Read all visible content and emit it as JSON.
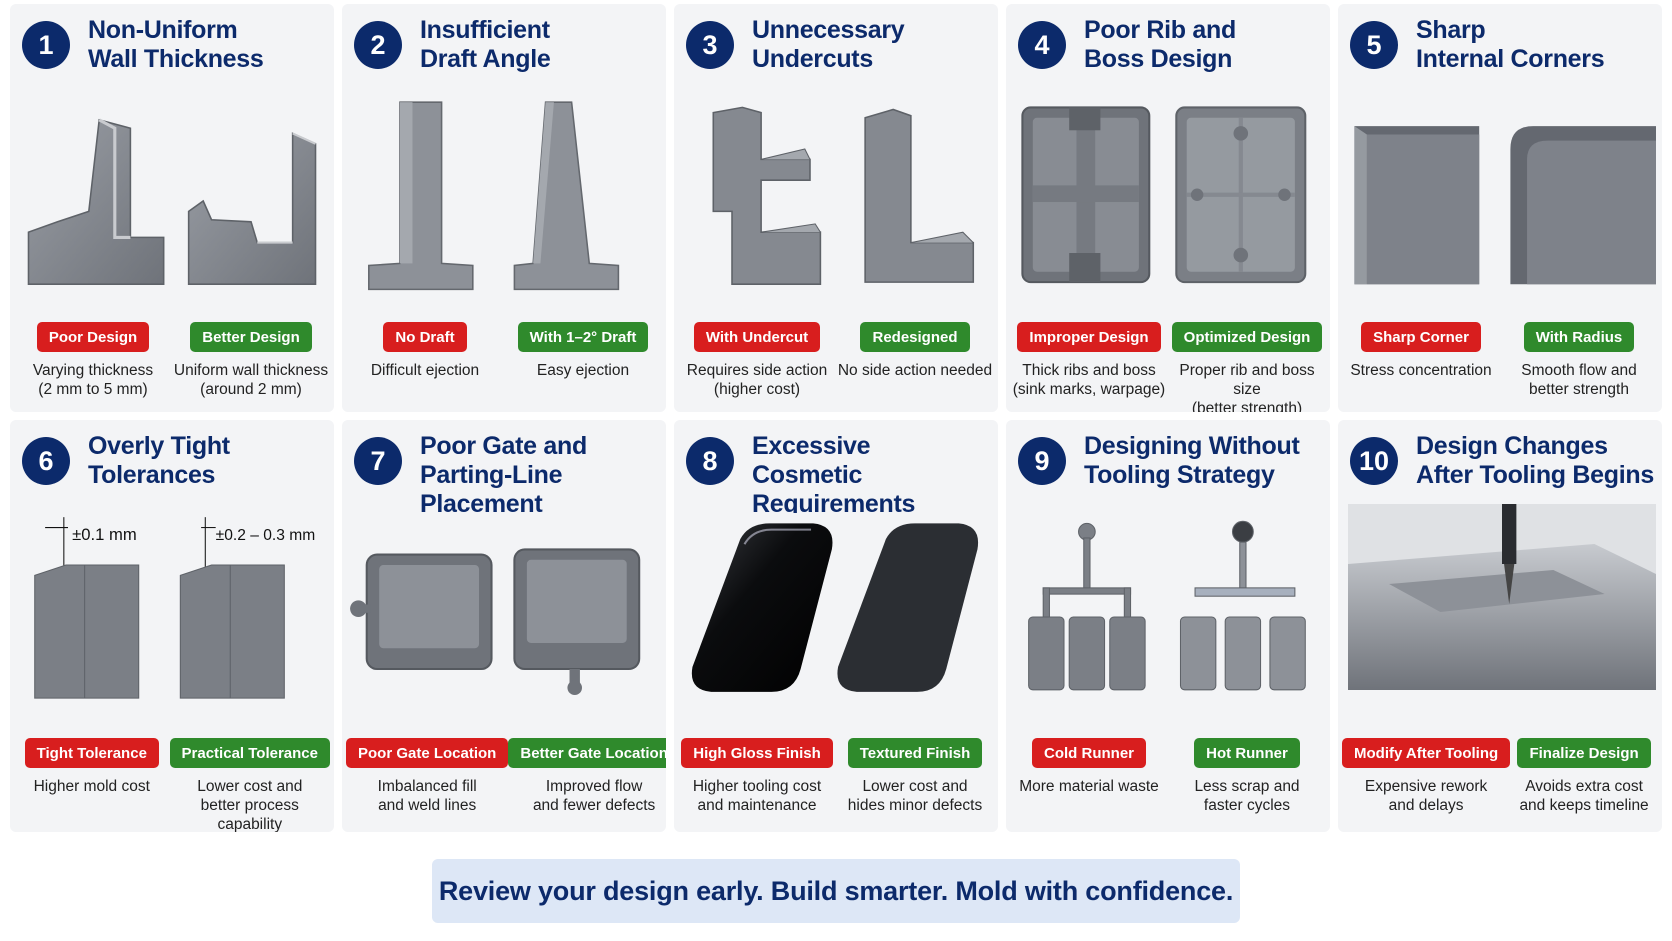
{
  "cards": [
    {
      "num": "1",
      "title": "Non-Uniform\nWall Thickness",
      "left": {
        "badge": "Poor Design",
        "desc": "Varying thickness\n(2 mm to 5 mm)"
      },
      "right": {
        "badge": "Better Design",
        "desc": "Uniform wall thickness\n(around 2 mm)"
      }
    },
    {
      "num": "2",
      "title": "Insufficient\nDraft Angle",
      "left": {
        "badge": "No Draft",
        "desc": "Difficult ejection"
      },
      "right": {
        "badge": "With 1–2° Draft",
        "desc": "Easy ejection"
      }
    },
    {
      "num": "3",
      "title": "Unnecessary\nUndercuts",
      "left": {
        "badge": "With Undercut",
        "desc": "Requires side action\n(higher cost)"
      },
      "right": {
        "badge": "Redesigned",
        "desc": "No side action needed"
      }
    },
    {
      "num": "4",
      "title": "Poor Rib and\nBoss Design",
      "left": {
        "badge": "Improper Design",
        "desc": "Thick ribs and boss\n(sink marks, warpage)"
      },
      "right": {
        "badge": "Optimized Design",
        "desc": "Proper rib and boss size\n(better strength)"
      }
    },
    {
      "num": "5",
      "title": "Sharp\nInternal Corners",
      "left": {
        "badge": "Sharp Corner",
        "desc": "Stress concentration"
      },
      "right": {
        "badge": "With Radius",
        "desc": "Smooth flow and\nbetter strength"
      }
    },
    {
      "num": "6",
      "title": "Overly Tight\nTolerances",
      "left": {
        "badge": "Tight Tolerance",
        "desc": "Higher mold cost"
      },
      "right": {
        "badge": "Practical Tolerance",
        "desc": "Lower cost and\nbetter process capability"
      }
    },
    {
      "num": "7",
      "title": "Poor Gate and\nParting-Line Placement",
      "left": {
        "badge": "Poor Gate Location",
        "desc": "Imbalanced fill\nand weld lines"
      },
      "right": {
        "badge": "Better Gate Location",
        "desc": "Improved flow\nand fewer defects"
      }
    },
    {
      "num": "8",
      "title": "Excessive\nCosmetic Requirements",
      "left": {
        "badge": "High Gloss Finish",
        "desc": "Higher tooling cost\nand maintenance"
      },
      "right": {
        "badge": "Textured Finish",
        "desc": "Lower cost and\nhides minor defects"
      }
    },
    {
      "num": "9",
      "title": "Designing Without\nTooling Strategy",
      "left": {
        "badge": "Cold Runner",
        "desc": "More material waste"
      },
      "right": {
        "badge": "Hot Runner",
        "desc": "Less scrap and\nfaster cycles"
      }
    },
    {
      "num": "10",
      "title": "Design Changes\nAfter Tooling Begins",
      "left": {
        "badge": "Modify After Tooling",
        "desc": "Expensive rework\nand delays"
      },
      "right": {
        "badge": "Finalize Design",
        "desc": "Avoids extra cost\nand keeps timeline"
      }
    }
  ],
  "tolerance": {
    "tight": "±0.1 mm",
    "practical": "±0.2 – 0.3 mm"
  },
  "banner": "Review your design early. Build smarter. Mold with confidence.",
  "colors": {
    "navy": "#0c2a6b",
    "red": "#d81e1e",
    "green": "#2f8a2c",
    "part": "#7d8189",
    "banner_bg": "#dde7f6"
  }
}
